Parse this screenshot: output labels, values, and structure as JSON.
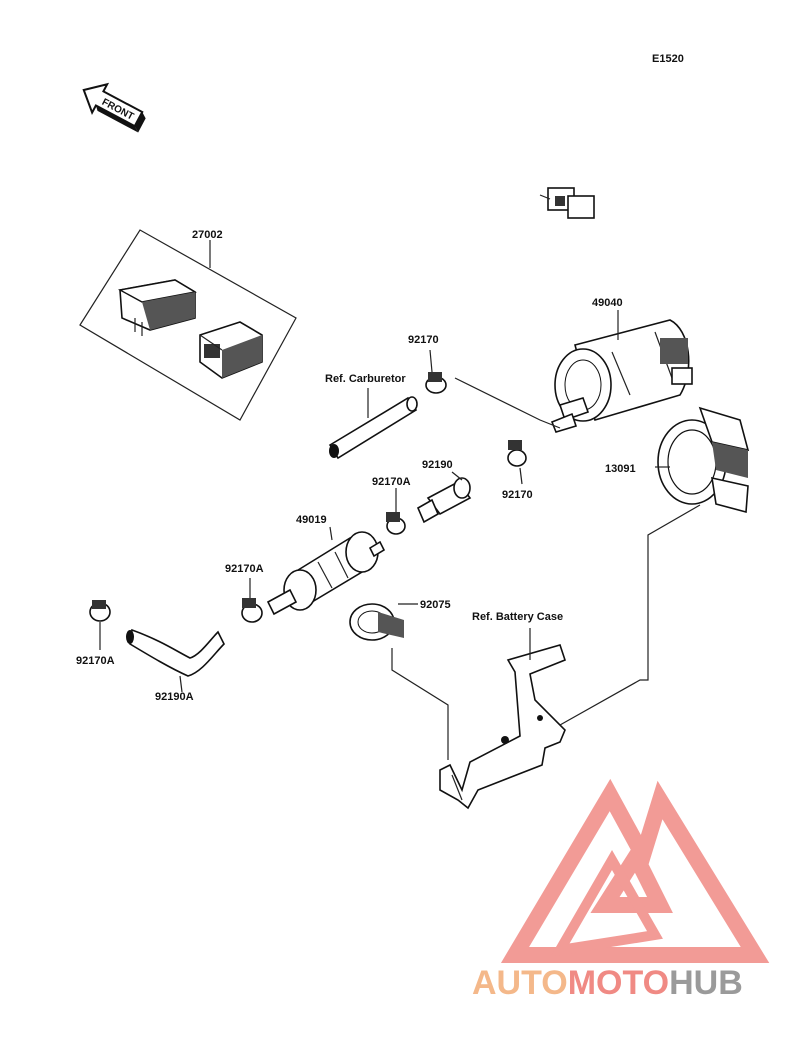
{
  "diagram_code": "E1520",
  "front_marker": "FRONT",
  "labels": {
    "p27002": "27002",
    "p49040": "49040",
    "p92170_top": "92170",
    "ref_carburetor": "Ref. Carburetor",
    "p92170_mid": "92170",
    "p92190": "92190",
    "p92170A_mid": "92170A",
    "p13091": "13091",
    "p49019": "49019",
    "p92170A_left": "92170A",
    "p92075": "92075",
    "ref_battery_case": "Ref. Battery Case",
    "p92170A_far": "92170A",
    "p92190A": "92190A"
  },
  "watermark": {
    "part1": "AUTO",
    "part2": "MOTO",
    "part3": "HUB",
    "colors": {
      "auto": "#f4b88a",
      "moto": "#f08a84",
      "hub": "#9a9a9a",
      "logo": "#f08a84"
    }
  }
}
